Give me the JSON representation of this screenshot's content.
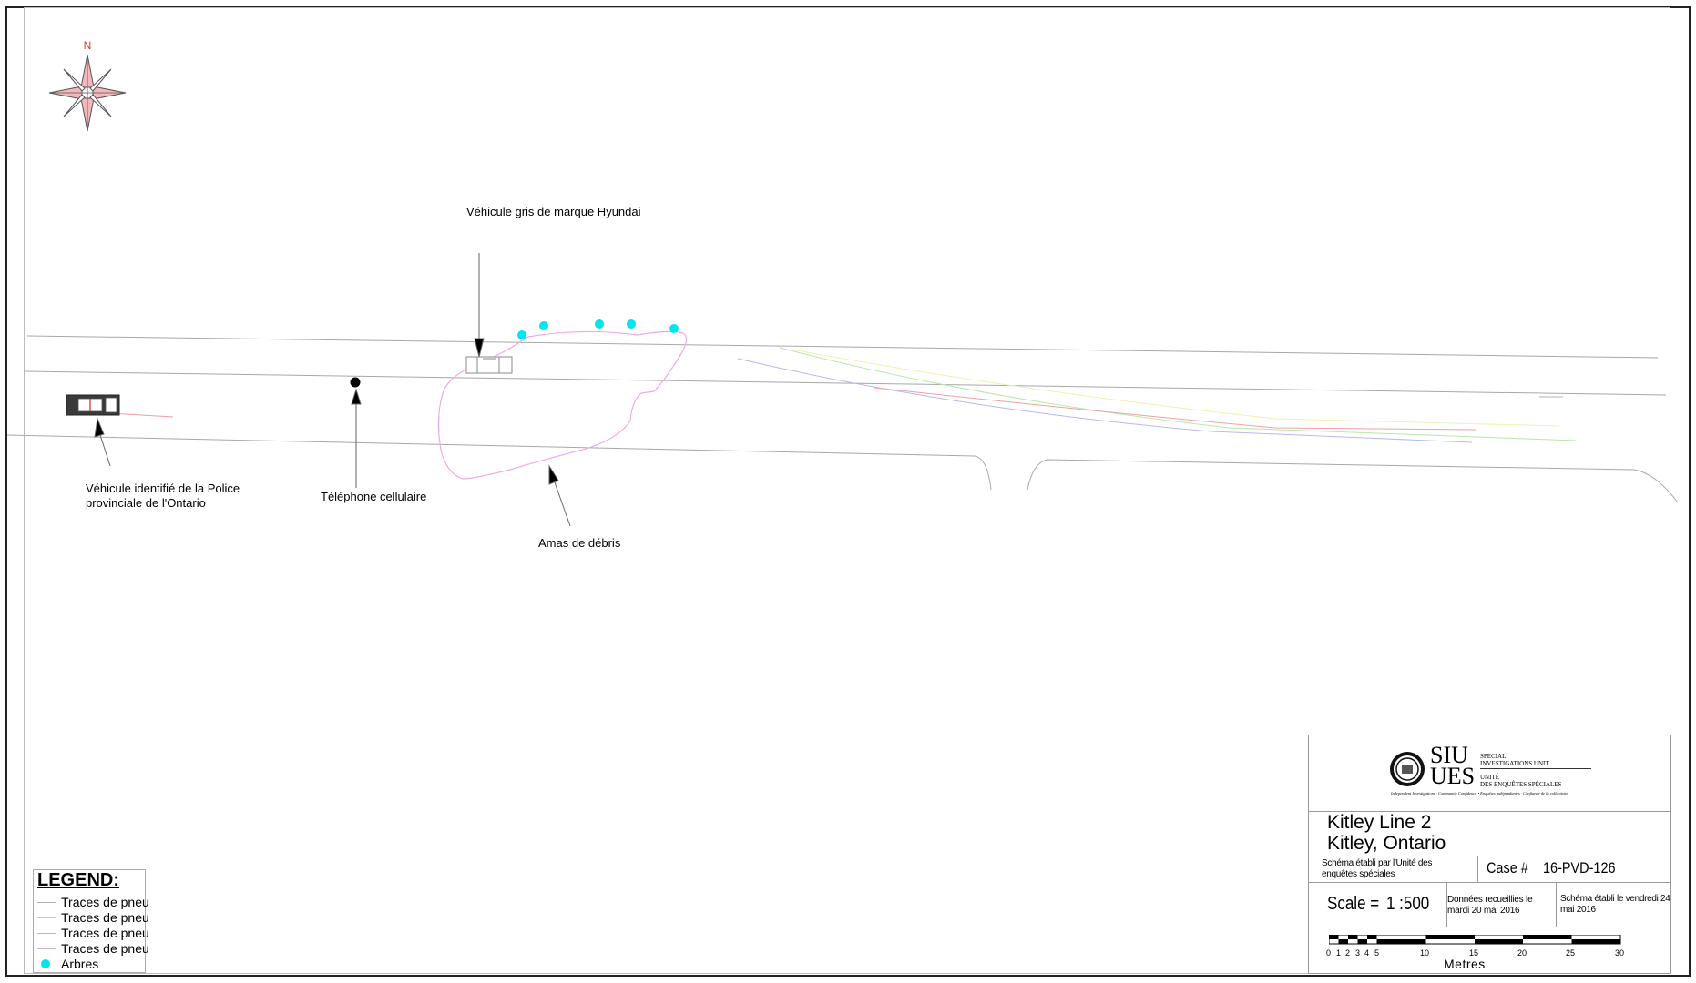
{
  "compass": {
    "north_label": "N"
  },
  "labels": {
    "hyundai": "Véhicule gris de marque Hyundai",
    "police_vehicle": "Véhicule identifié de la Police\nprovinciale de l'Ontario",
    "phone": "Téléphone cellulaire",
    "debris": "Amas de débris"
  },
  "legend": {
    "title": "LEGEND:",
    "items": [
      {
        "label": "Traces de pneu",
        "color": "#b0b0b0",
        "kind": "line"
      },
      {
        "label": "Traces de pneu",
        "color": "#9ee09e",
        "kind": "line"
      },
      {
        "label": "Traces de pneu",
        "color": "#f2a0a0",
        "kind": "line"
      },
      {
        "label": "Traces de pneu",
        "color": "#b7b7f0",
        "kind": "line"
      },
      {
        "label": "Arbres",
        "color": "#00e5ee",
        "kind": "dot"
      }
    ]
  },
  "title_block": {
    "logo_siu": "SIU",
    "logo_ues": "UES",
    "logo_en": "Special\nInvestigations Unit",
    "logo_fr": "Unité\ndes enquêtes spéciales",
    "logo_tagline": "Independent Investigations · Community Confidence • Enquêtes indépendantes · Confiance de la collectivité",
    "location_line1": "Kitley Line 2",
    "location_line2": "Kitley, Ontario",
    "prepared_by": "Schéma établi par l'Unité des\nenquêtes spéciales",
    "case_label": "Case #",
    "case_number": "16-PVD-126",
    "scale_label": "Scale =",
    "scale_value": "1 :500",
    "data_collected": "Données recueillies le\nmardi 20 mai 2016",
    "diagram_date": "Schéma établi le vendredi 24\nmai 2016",
    "scale_bar_ticks": [
      "0",
      "1",
      "2",
      "3",
      "4",
      "5",
      "10",
      "15",
      "20",
      "25",
      "30"
    ],
    "scale_bar_unit": "Metres"
  },
  "colors": {
    "tree": "#00e5ee",
    "debris": "#f2a8e8",
    "road": "#a8a8a8",
    "compass_fill": "#f4b8bc",
    "north_label": "#e8361c"
  }
}
